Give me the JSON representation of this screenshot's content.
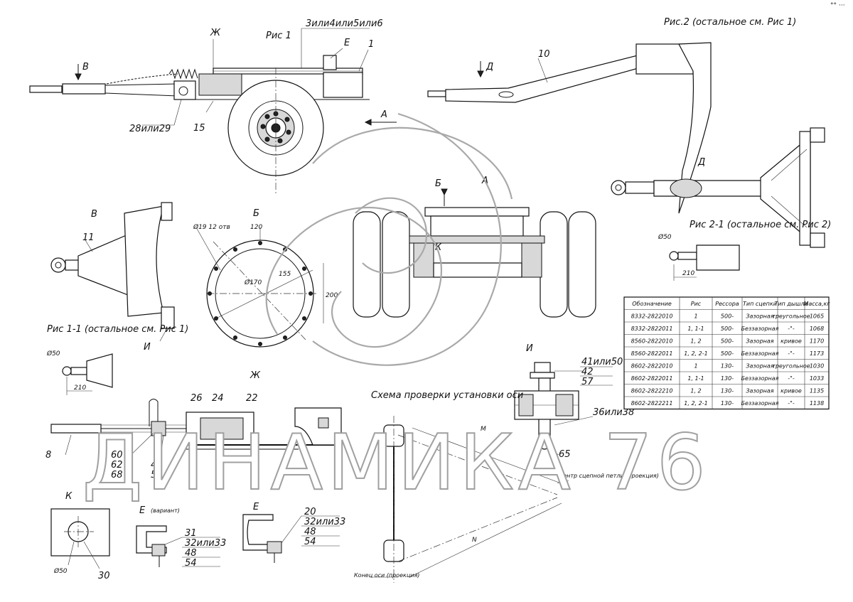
{
  "corner_mark": "°° ···",
  "fig1": {
    "title": "Рис 1",
    "labels": {
      "B": "В",
      "ZH": "Ж",
      "E": "Е",
      "one": "1",
      "pos3": "3или4или5или6",
      "A": "А",
      "p15": "15",
      "p28": "28или29"
    }
  },
  "fig2": {
    "title": "Рис.2 (остальное см. Рис 1)",
    "labels": {
      "D": "Д",
      "ten": "10"
    }
  },
  "view_D": {
    "title": "Д"
  },
  "view_B": {
    "title": "Б",
    "dim_top": "120",
    "dim_hole": "Ø19 12 отв",
    "dim_dia": "Ø170",
    "dim_side": "200",
    "dim_r": "155"
  },
  "view_A": {
    "title": "А",
    "view_b": "Б",
    "k": "К"
  },
  "view_V": {
    "title": "В",
    "p11": "11",
    "i": "И"
  },
  "fig21": {
    "title": "Рис 2-1 (остальное см. Рис 2)",
    "d50": "Ø50",
    "d210": "210"
  },
  "fig11": {
    "title": "Рис 1-1 (остальное см. Рис 1)",
    "d50": "Ø50",
    "d210": "210"
  },
  "view_ZH": {
    "title": "Ж",
    "labels": {
      "p26": "26",
      "p24": "24",
      "p22": "22",
      "p8": "8",
      "p60": "60",
      "p62": "62",
      "p68": "68",
      "p46": "46",
      "p52": "52"
    }
  },
  "view_I": {
    "title": "И",
    "labels": {
      "p41": "41или50",
      "p42": "42",
      "p57": "57",
      "p36": "36или38",
      "p65": "65"
    }
  },
  "scheme": {
    "title": "Схема проверки установки оси",
    "center_label": "Центр сцепной петли (проекция)",
    "axis_end": "Конец оси (проекция)",
    "m": "М",
    "n": "N"
  },
  "view_K": {
    "title": "К",
    "d50": "Ø50",
    "p30": "30"
  },
  "view_E1": {
    "title": "Е",
    "note": "(вариант)",
    "p31": "31",
    "p32": "32или33",
    "p48": "48",
    "p54": "54"
  },
  "view_E2": {
    "title": "Е",
    "p20": "20",
    "p32": "32или33",
    "p48": "48",
    "p54": "54"
  },
  "table": {
    "headers": [
      "Обозначение",
      "Рис",
      "Рессора",
      "Тип сцепки",
      "Тип дышла",
      "Масса,кг"
    ],
    "rows": [
      [
        "8332-2822010",
        "1",
        "500-",
        "Зазорная",
        "треугольное",
        "1065"
      ],
      [
        "8332-2822011",
        "1, 1-1",
        "500-",
        "Беззазорная",
        "-\"-",
        "1068"
      ],
      [
        "8560-2822010",
        "1, 2",
        "500-",
        "Зазорная",
        "кривое",
        "1170"
      ],
      [
        "8560-2822011",
        "1, 2, 2-1",
        "500-",
        "Беззазорная",
        "-\"-",
        "1173"
      ],
      [
        "8602-2822010",
        "1",
        "130-",
        "Зазорная",
        "треугольное",
        "1030"
      ],
      [
        "8602-2822011",
        "1, 1-1",
        "130-",
        "Беззазорная",
        "-\"-",
        "1033"
      ],
      [
        "8602-2822210",
        "1, 2",
        "130-",
        "Зазорная",
        "кривое",
        "1135"
      ],
      [
        "8602-2822211",
        "1, 2, 2-1",
        "130-",
        "Беззазорная",
        "-\"-",
        "1138"
      ]
    ]
  },
  "watermark": {
    "text": "ДИНАМИКА 76"
  }
}
